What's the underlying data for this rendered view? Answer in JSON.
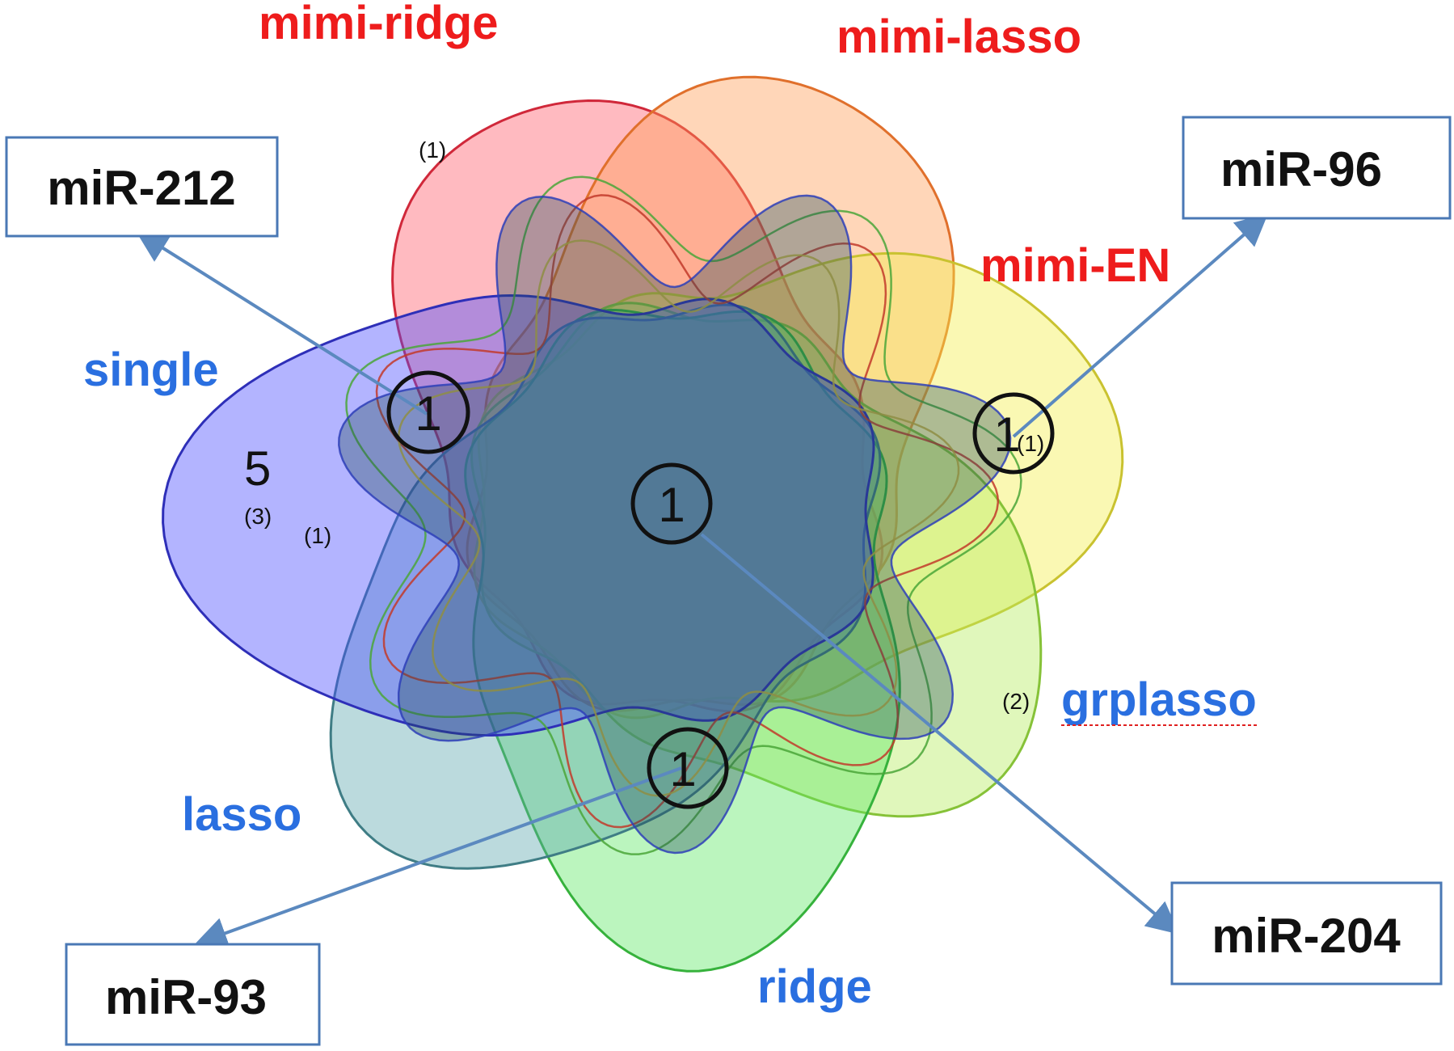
{
  "colors": {
    "red_label": "#ee1c1c",
    "blue_label": "#2a6fe0",
    "arrow": "#5b89bf",
    "callout_border": "#4a78b5"
  },
  "sets": [
    {
      "key": "mimi-ridge",
      "label": "mimi-ridge",
      "fill": "#ff5a6a",
      "stroke": "#d0283a",
      "label_color": "#ee1c1c"
    },
    {
      "key": "mimi-lasso",
      "label": "mimi-lasso",
      "fill": "#ff9e55",
      "stroke": "#e0702c",
      "label_color": "#ee1c1c"
    },
    {
      "key": "mimi-EN",
      "label": "mimi-EN",
      "fill": "#f3ef4a",
      "stroke": "#c9c230",
      "label_color": "#ee1c1c"
    },
    {
      "key": "grplasso",
      "label": "grplasso",
      "fill": "#b4ec5e",
      "stroke": "#86c238",
      "label_color": "#2a6fe0"
    },
    {
      "key": "ridge",
      "label": "ridge",
      "fill": "#5ee665",
      "stroke": "#36b23c",
      "label_color": "#2a6fe0"
    },
    {
      "key": "lasso",
      "label": "lasso",
      "fill": "#5ca6ae",
      "stroke": "#3f7d85",
      "label_color": "#2a6fe0"
    },
    {
      "key": "single",
      "label": "single",
      "fill": "#4a4cff",
      "stroke": "#2e2fb8",
      "label_color": "#2a6fe0"
    }
  ],
  "counts": {
    "single_only": "5",
    "single_paren": "(3)",
    "left_paren": "(1)",
    "top_paren": "(1)",
    "right_paren": "(1)",
    "grplasso_paren": "(2)",
    "circle_left": "1",
    "circle_center": "1",
    "circle_right": "1",
    "circle_bottom": "1"
  },
  "callouts": {
    "top_left": "miR-212",
    "top_right": "miR-96",
    "bottom_right": "miR-204",
    "bottom_left": "miR-93"
  }
}
